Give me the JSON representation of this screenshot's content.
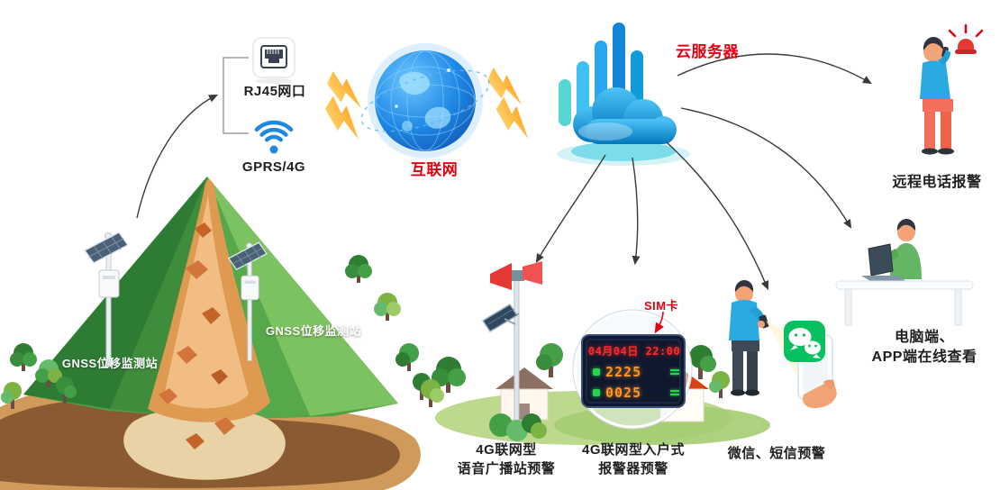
{
  "diagram": {
    "network": {
      "rj45_label": "RJ45网口",
      "gprs_label": "GPRS/4G",
      "internet_label": "互联网",
      "cloud_server_label": "云服务器"
    },
    "stations": {
      "left_label": "GNSS位移监测站",
      "right_label": "GNSS位移监测站"
    },
    "endpoints": {
      "phone_alarm_label": "远程电话报警",
      "pc_label_line1": "电脑端、",
      "pc_label_line2": "APP端在线查看",
      "wechat_sms_label": "微信、短信预警",
      "broadcast_label_line1": "4G联网型",
      "broadcast_label_line2": "语音广播站预警",
      "indoor_alarm_label_line1": "4G联网型入户式",
      "indoor_alarm_label_line2": "报警器预警",
      "sim_card_label": "SIM卡"
    },
    "alarm_display": {
      "datetime": "04月04日 22:00",
      "reading_1": "2225",
      "reading_2": "0025"
    },
    "colors": {
      "accent_red": "#e60012",
      "wechat_green": "#07c160",
      "person_blue": "#29abe2",
      "globe_blue": "#1e88e5",
      "bolt_orange": "#ff9800",
      "display_red": "#ff2b2b",
      "display_orange": "#ff9420"
    }
  }
}
